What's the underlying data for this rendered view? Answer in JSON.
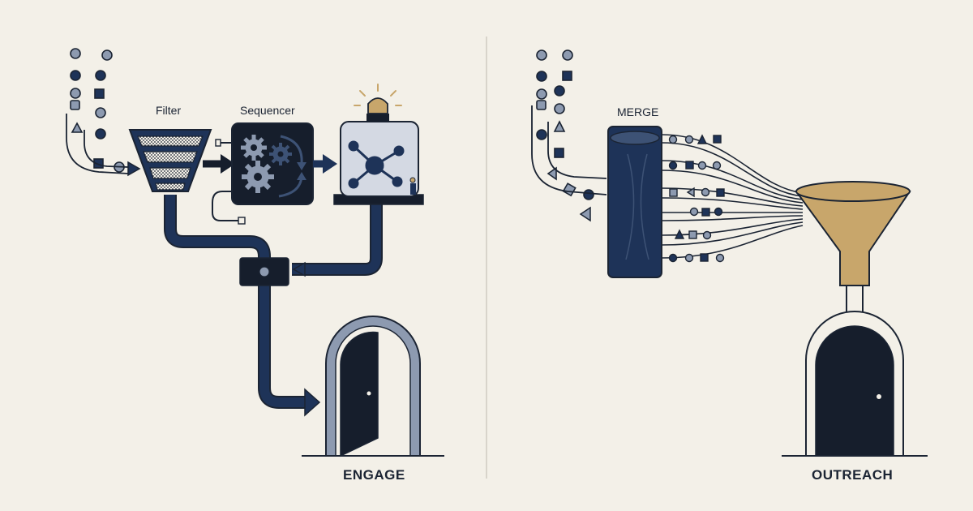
{
  "labels": {
    "filter": "Filter",
    "sequencer": "Sequencer",
    "merge": "MERGE",
    "engage": "ENGAGE",
    "outreach": "OUTREACH"
  },
  "colors": {
    "background": "#f3f0e8",
    "navy": "#1e3358",
    "dark": "#161e2c",
    "slate": "#8d9ab0",
    "light_panel": "#d4d9e3",
    "gold": "#c8a66b",
    "line": "#1b2433"
  }
}
